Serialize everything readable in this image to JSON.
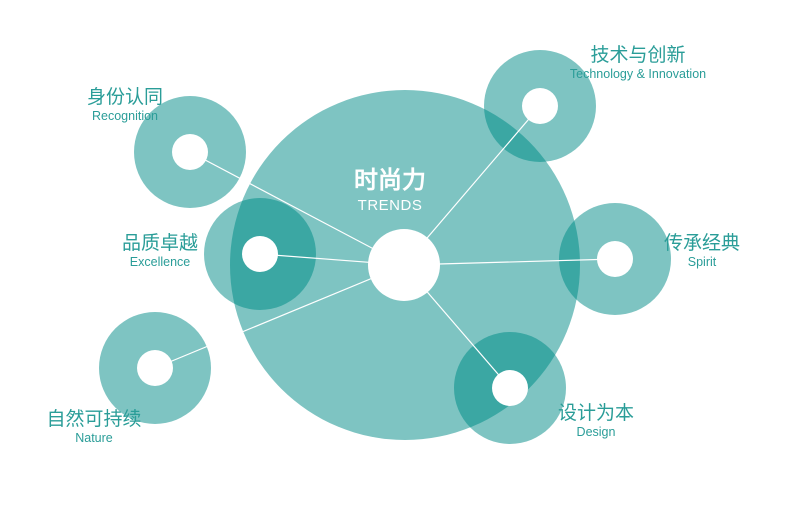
{
  "center": {
    "title_zh": "时尚力",
    "title_en": "TRENDS"
  },
  "colors": {
    "circle": "#7ec4c2",
    "overlap": "#3ba7a3",
    "line": "#ffffff",
    "text": "#2a9d98"
  },
  "nodes": [
    {
      "id": "recognition",
      "zh": "身份认同",
      "en": "Recognition"
    },
    {
      "id": "excellence",
      "zh": "品质卓越",
      "en": "Excellence"
    },
    {
      "id": "nature",
      "zh": "自然可持续",
      "en": "Nature"
    },
    {
      "id": "technology",
      "zh": "技术与创新",
      "en": "Technology & Innovation"
    },
    {
      "id": "spirit",
      "zh": "传承经典",
      "en": "Spirit"
    },
    {
      "id": "design",
      "zh": "设计为本",
      "en": "Design"
    }
  ]
}
